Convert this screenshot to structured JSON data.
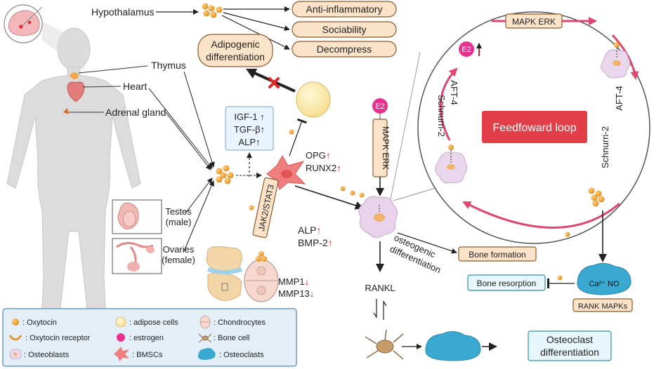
{
  "labels": {
    "hypothalamus": "Hypothalamus",
    "thymus": "Thymus",
    "heart": "Heart",
    "adrenal": "Adrenal gland",
    "testes_1": "Testes",
    "testes_2": "(male)",
    "ovaries_1": "Ovaries",
    "ovaries_2": "(female)",
    "adipogenic_1": "Adipogenic",
    "adipogenic_2": "differentiation",
    "anti_inflammatory": "Anti-inflammatory",
    "sociability": "Sociability",
    "decompress": "Decompress",
    "factor_igf": "IGF-1 ↑",
    "factor_tgf": "TGF-β↑",
    "factor_alp": "ALP↑",
    "opg": "OPG",
    "runx2": "RUNX2",
    "jak_stat": "JAK2/STAT3",
    "mmp1": "MMP1",
    "mmp13": "MMP13",
    "alp2": "ALP",
    "bmp2": "BMP-2",
    "osteo_1": "osteogenic",
    "osteo_2": "differentiation",
    "e2": "E2",
    "mapk_vertical": "MAPK ERK",
    "mapk_top": "MAPK ERK",
    "feedforward": "Feedfoward loop",
    "aft_left": "AFT-4",
    "schnurri_left": "Schnurri-2",
    "schnurri_right": "Schnurri-2",
    "aft_right": "AFT-4",
    "bone_formation": "Bone formation",
    "bone_resorption": "Bone resorption",
    "ca_no": "Ca²⁺ NO",
    "rank_mapks": "RANK MAPKs",
    "rankl": "RANKL",
    "osteoclast_1": "Osteoclast",
    "osteoclast_2": "differentiation"
  },
  "legend": {
    "items": [
      {
        "icon": "oxytocin-icon",
        "label": ": Oxytocin"
      },
      {
        "icon": "adipose-cell-icon",
        "label": ": adipose cells"
      },
      {
        "icon": "chondrocyte-icon",
        "label": ": Chondrocytes"
      },
      {
        "icon": "oxytocin-receptor-icon",
        "label": ": Oxytocin receptor"
      },
      {
        "icon": "estrogen-icon",
        "label": ": estrogen"
      },
      {
        "icon": "bone-cell-icon",
        "label": ": Bone cell"
      },
      {
        "icon": "osteoblast-icon",
        "label": ": Osteoblasts"
      },
      {
        "icon": "bmsc-icon",
        "label": ": BMSCs"
      },
      {
        "icon": "osteoclast-icon",
        "label": ": Osteoclasts"
      }
    ]
  },
  "colors": {
    "oxytocin": "#f0a030",
    "effect_box_fill": "#fbe3c9",
    "effect_box_stroke": "#8a5a2c",
    "loop_arrow": "#e0456e",
    "loop_fill": "#e23f48",
    "estrogen": "#e8318e",
    "cyan_box_fill": "#e6f6fa",
    "cyan_box_stroke": "#2e8fa6",
    "increase_arrow": "#d81f26",
    "osteoclast": "#38a8d0"
  }
}
